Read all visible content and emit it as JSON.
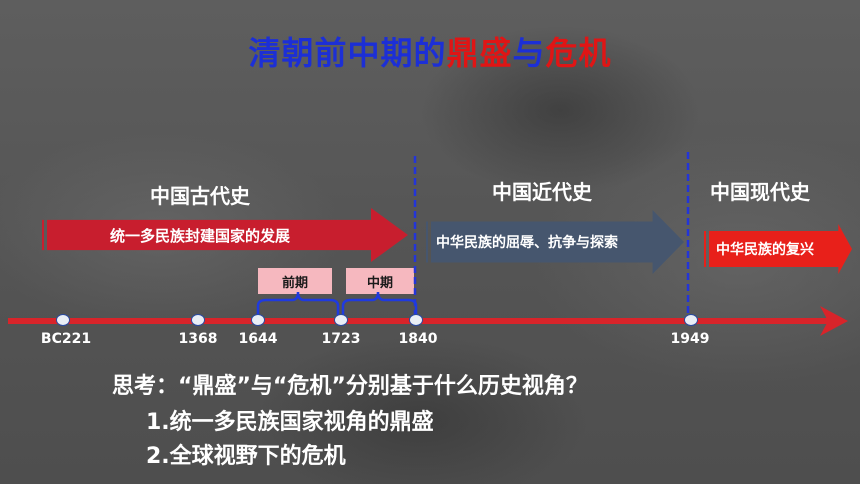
{
  "title": {
    "part1": "清朝前中期的",
    "part2": "鼎盛",
    "part3": "与",
    "part4": "危机"
  },
  "eras": {
    "ancient": "中国古代史",
    "modern": "中国近代史",
    "contemporary": "中国现代史"
  },
  "themes": {
    "ancient": "统一多民族封建国家的发展",
    "modern": "中华民族的屈辱、抗争与探索",
    "contemporary": "中华民族的复兴"
  },
  "phases": {
    "early": "前期",
    "middle": "中期"
  },
  "years": [
    "BC221",
    "1368",
    "1644",
    "1723",
    "1840",
    "1949"
  ],
  "question": "思考：“鼎盛”与“危机”分别基于什么历史视角？",
  "answers": [
    "1.统一多民族国家视角的鼎盛",
    "2.全球视野下的危机"
  ],
  "colors": {
    "title_blue": "#1c2fd6",
    "title_red": "#e01515",
    "ancient_arrow": "#c81e2e",
    "modern_arrow": "#46566e",
    "contemporary_arrow": "#e8201a",
    "timeline": "#d8242a"
  }
}
